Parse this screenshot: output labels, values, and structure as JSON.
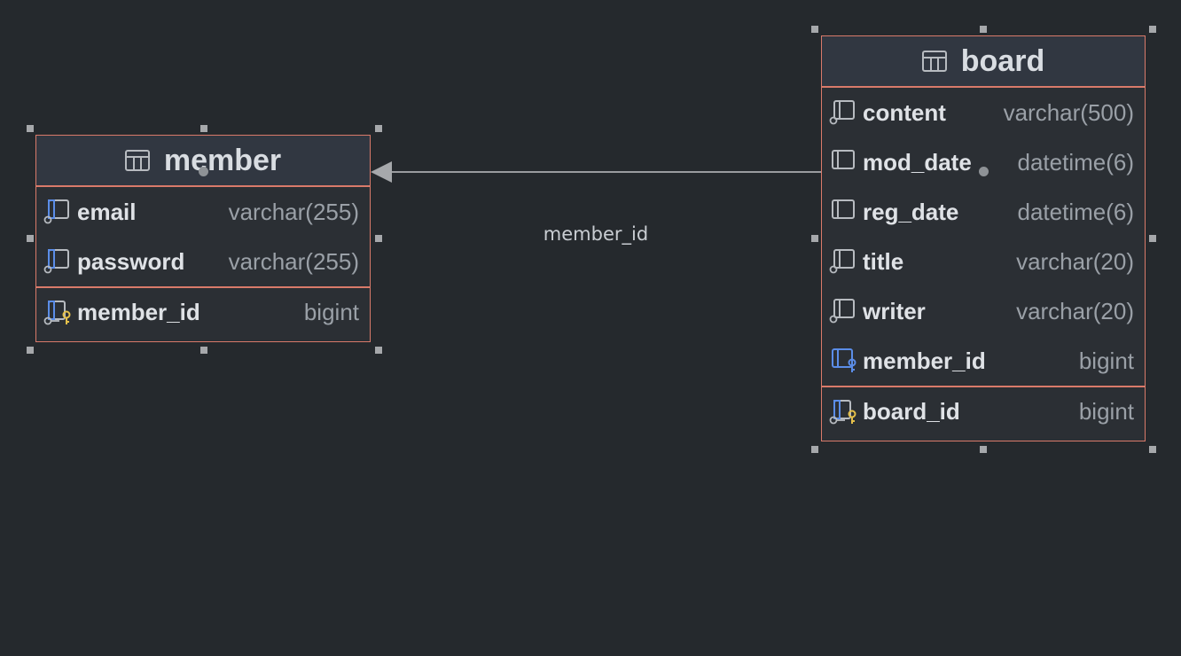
{
  "diagram": {
    "relation": {
      "label": "member_id",
      "from": "board",
      "to": "member"
    },
    "tables": {
      "member": {
        "name": "member",
        "columns": [
          {
            "name": "email",
            "type": "varchar(255)",
            "icon": "column-icon"
          },
          {
            "name": "password",
            "type": "varchar(255)",
            "icon": "column-icon"
          }
        ],
        "primary_key": {
          "name": "member_id",
          "type": "bigint",
          "icon": "primary-key-icon"
        }
      },
      "board": {
        "name": "board",
        "columns": [
          {
            "name": "content",
            "type": "varchar(500)",
            "icon": "column-icon"
          },
          {
            "name": "mod_date",
            "type": "datetime(6)",
            "icon": "column-icon"
          },
          {
            "name": "reg_date",
            "type": "datetime(6)",
            "icon": "column-icon"
          },
          {
            "name": "title",
            "type": "varchar(20)",
            "icon": "column-icon"
          },
          {
            "name": "writer",
            "type": "varchar(20)",
            "icon": "column-icon"
          },
          {
            "name": "member_id",
            "type": "bigint",
            "icon": "foreign-key-icon"
          }
        ],
        "primary_key": {
          "name": "board_id",
          "type": "bigint",
          "icon": "primary-key-icon"
        }
      }
    },
    "colors": {
      "background": "#25292d",
      "table_border": "#d97a6a",
      "header_bg": "#313741",
      "connector": "#9a9c9f",
      "key_yellow": "#e5c04a",
      "fk_blue": "#5b8de8"
    }
  }
}
